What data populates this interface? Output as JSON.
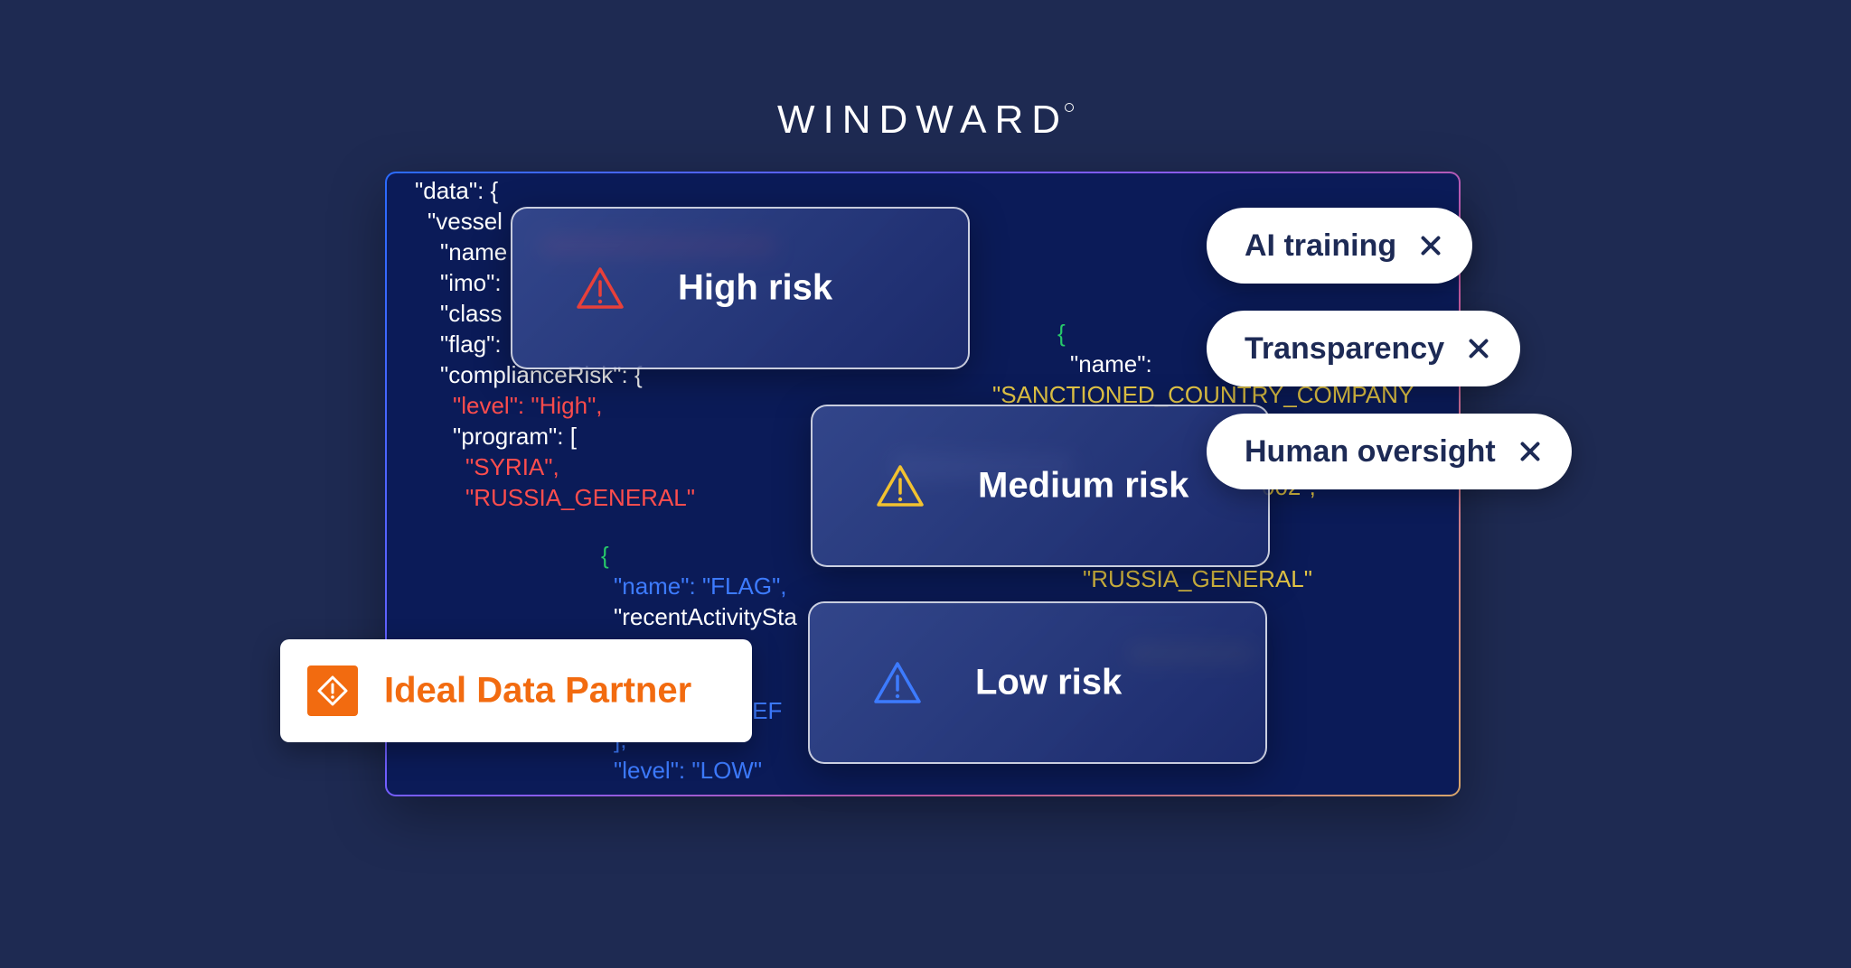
{
  "brand": {
    "logo_text": "WINDWARD"
  },
  "code_lines": [
    "\"data\": {",
    "\"vessel",
    "\"name",
    "\"imo\":",
    "\"class",
    "\"flag\":",
    "\"complianceRisk\": {",
    "\"level\": \"High\",",
    "\"program\": [",
    "\"SYRIA\",",
    "\"RUSSIA_GENERAL\"",
    "{",
    "\"name\": \"FLAG\",",
    "\"recentActivitySta",
    "ENEF",
    "],",
    "\"level\": \"LOW\"",
    "{",
    "\"name\":",
    "\"SANCTIONED_COUNTRY_COMPANY",
    "002\",",
    "\"RUSSIA_GENERAL\""
  ],
  "risk_cards": [
    {
      "label": "High risk",
      "icon": "warning-triangle-icon",
      "color": "#e8403a"
    },
    {
      "label": "Medium risk",
      "icon": "warning-triangle-icon",
      "color": "#f2c230"
    },
    {
      "label": "Low risk",
      "icon": "warning-triangle-icon",
      "color": "#3d7bff"
    }
  ],
  "pills": [
    {
      "label": "AI training",
      "icon": "close-icon"
    },
    {
      "label": "Transparency",
      "icon": "close-icon"
    },
    {
      "label": "Human oversight",
      "icon": "close-icon"
    }
  ],
  "partner_card": {
    "label": "Ideal Data Partner",
    "icon": "warning-diamond-icon",
    "color": "#f26b10"
  }
}
